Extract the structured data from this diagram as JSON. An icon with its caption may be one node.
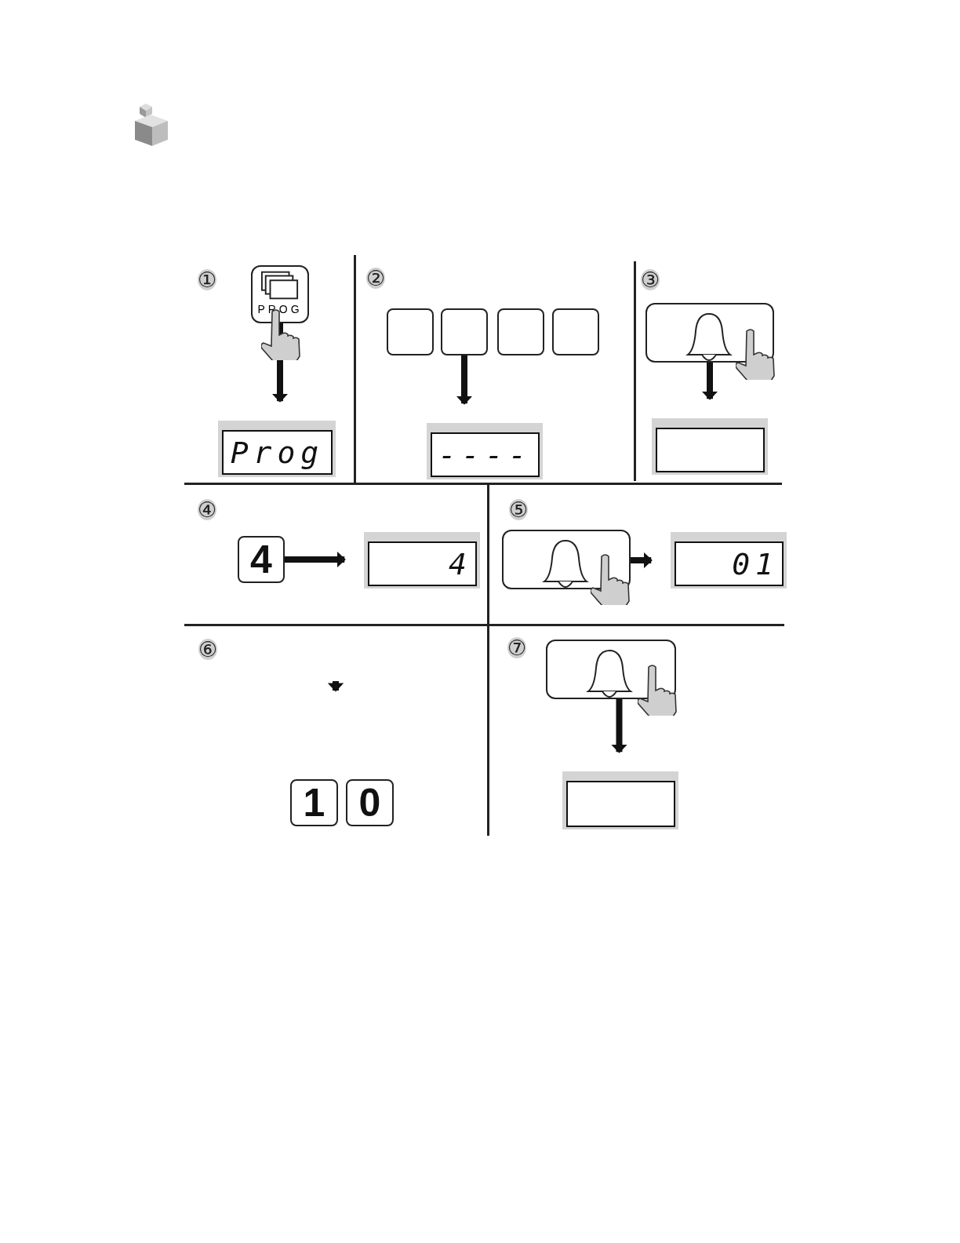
{
  "diagram": {
    "nodes": [
      {
        "text": [
          "PROG"
        ]
      },
      {
        "text": [
          "Prog"
        ]
      },
      {
        "text": [],
        "shape": "box"
      },
      {
        "text": [],
        "shape": "box"
      },
      {
        "text": [],
        "shape": "box"
      },
      {
        "text": [],
        "shape": "box"
      },
      {
        "text": [
          "----"
        ]
      },
      {
        "text": [],
        "shape": "box"
      },
      {
        "text": [],
        "shape": "box"
      },
      {
        "text": [
          "4"
        ]
      },
      {
        "text": [
          "4"
        ]
      },
      {
        "text": [],
        "shape": "box"
      },
      {
        "text": [
          "01"
        ]
      },
      {
        "text": [
          "1"
        ]
      },
      {
        "text": [
          "0"
        ]
      },
      {
        "text": [],
        "shape": "box"
      },
      {
        "text": [],
        "shape": "box"
      }
    ],
    "edges": [
      {
        "from": 0,
        "to": 1,
        "arrow": "to"
      },
      {
        "from": 3,
        "to": 6,
        "arrow": "to"
      },
      {
        "from": 7,
        "to": 8,
        "arrow": "to"
      },
      {
        "from": 9,
        "to": 10,
        "arrow": "to"
      },
      {
        "from": 11,
        "to": 12,
        "arrow": "to"
      },
      {
        "from": 15,
        "to": 16,
        "arrow": "to"
      }
    ],
    "labels": [
      "①",
      "②",
      "③",
      "④",
      "⑤",
      "⑥",
      "⑦"
    ]
  }
}
